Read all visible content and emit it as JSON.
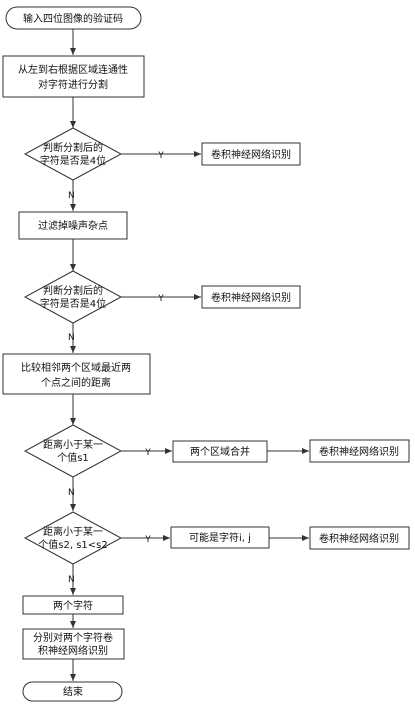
{
  "flowchart": {
    "start": {
      "label": "输入四位图像的验证码"
    },
    "segment": {
      "lines": [
        "从左到右根据区域连通性",
        "对字符进行分割"
      ]
    },
    "check_4_first": {
      "lines": [
        "判断分割后的",
        "字符是否是4位"
      ]
    },
    "cnn_1": {
      "label": "卷积神经网络识别"
    },
    "filter_noise": {
      "label": "过滤掉噪声杂点"
    },
    "check_4_second": {
      "lines": [
        "判断分割后的",
        "字符是否是4位"
      ]
    },
    "cnn_2": {
      "label": "卷积神经网络识别"
    },
    "compare_distance": {
      "lines": [
        "比较相邻两个区域最近两",
        "个点之间的距离"
      ]
    },
    "dist_lt_s1": {
      "lines": [
        "距离小于某一",
        "个值s1"
      ]
    },
    "merge_regions": {
      "label": "两个区域合并"
    },
    "cnn_3": {
      "label": "卷积神经网络识别"
    },
    "dist_lt_s2": {
      "lines": [
        "距离小于某一",
        "个值s2, s1<s2"
      ]
    },
    "maybe_ij": {
      "label": "可能是字符i, j"
    },
    "cnn_4": {
      "label": "卷积神经网络识别"
    },
    "two_chars": {
      "label": "两个字符"
    },
    "each_cnn": {
      "lines": [
        "分别对两个字符卷",
        "积神经网络识别"
      ]
    },
    "end": {
      "label": "结束"
    },
    "labels": {
      "yes": "Y",
      "no": "N"
    }
  },
  "colors": {
    "stroke": "#333333",
    "fill": "#ffffff",
    "text": "#111111"
  }
}
